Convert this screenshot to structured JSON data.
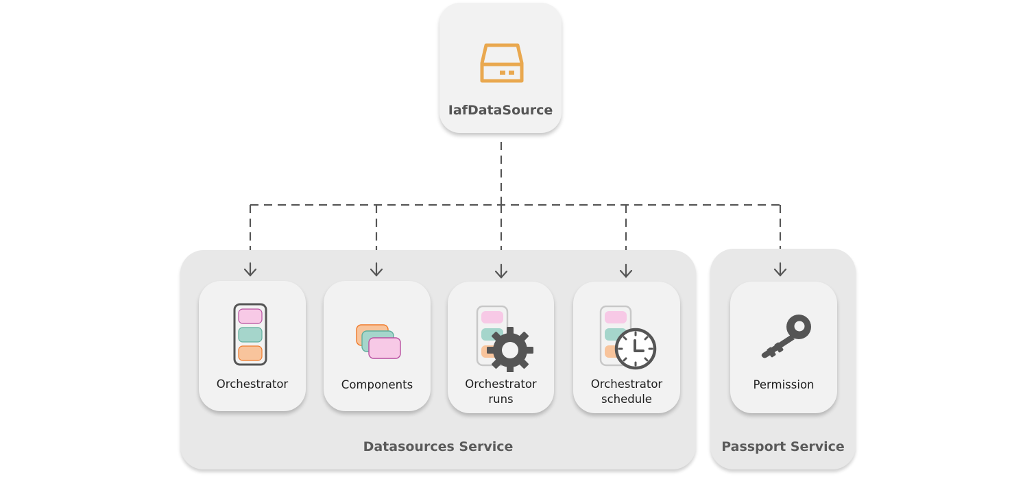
{
  "source": {
    "label": "IafDataSource",
    "icon": "hard-drive-icon",
    "icon_color": "#e9a84f"
  },
  "groups": [
    {
      "label": "Datasources Service",
      "nodes": [
        {
          "label": "Orchestrator",
          "icon": "orchestrator-stack-icon"
        },
        {
          "label": "Components",
          "icon": "components-stack-icon"
        },
        {
          "label": "Orchestrator runs",
          "label_lines": [
            "Orchestrator",
            "runs"
          ],
          "icon": "orchestrator-gear-icon"
        },
        {
          "label": "Orchestrator schedule",
          "label_lines": [
            "Orchestrator",
            "schedule"
          ],
          "icon": "orchestrator-clock-icon"
        }
      ]
    },
    {
      "label": "Passport Service",
      "nodes": [
        {
          "label": "Permission",
          "icon": "key-icon"
        }
      ]
    }
  ],
  "edges": [
    {
      "from": "IafDataSource",
      "to": "Orchestrator",
      "style": "dashed"
    },
    {
      "from": "IafDataSource",
      "to": "Components",
      "style": "dashed"
    },
    {
      "from": "IafDataSource",
      "to": "Orchestrator runs",
      "style": "dashed"
    },
    {
      "from": "IafDataSource",
      "to": "Orchestrator schedule",
      "style": "dashed"
    },
    {
      "from": "IafDataSource",
      "to": "Permission",
      "style": "dashed"
    }
  ],
  "colors": {
    "pink": "#f7c9e6",
    "pink_border": "#b84fa0",
    "teal": "#a5d5cb",
    "teal_border": "#5fae9d",
    "orange": "#f8c49c",
    "orange_border": "#f07a2a",
    "dark_gray": "#555555"
  }
}
